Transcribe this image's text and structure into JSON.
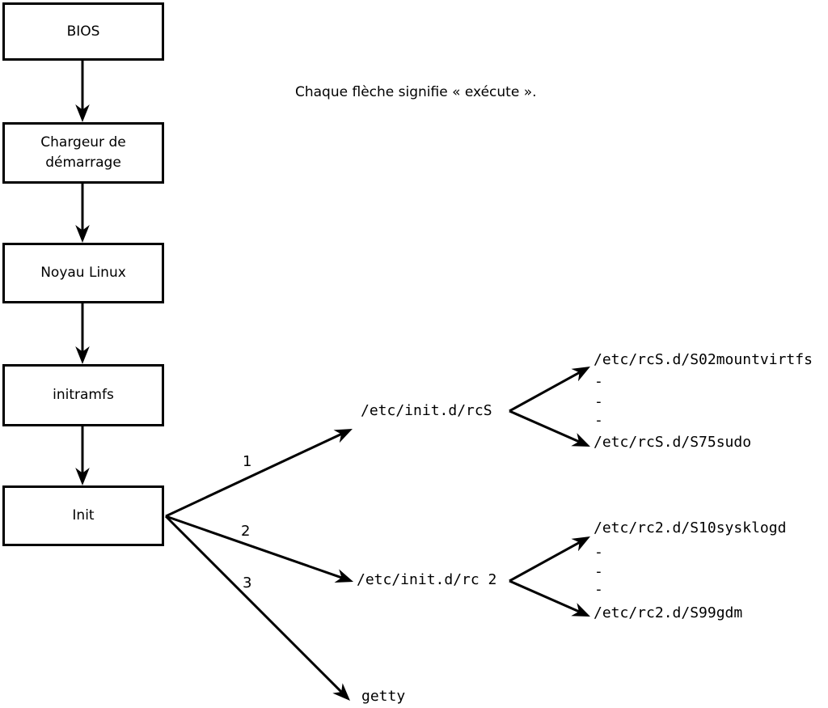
{
  "caption": "Chaque flèche signifie « exécute ».",
  "colors": {
    "ink": "#000000",
    "background": "#ffffff"
  },
  "nodes": [
    {
      "id": "bios",
      "label": "BIOS"
    },
    {
      "id": "bootloader",
      "label": "Chargeur de démarrage"
    },
    {
      "id": "kernel",
      "label": "Noyau Linux"
    },
    {
      "id": "initramfs",
      "label": "initramfs"
    },
    {
      "id": "init",
      "label": "Init"
    }
  ],
  "branches": [
    {
      "number": "1",
      "target": "/etc/init.d/rcS"
    },
    {
      "number": "2",
      "target": "/etc/init.d/rc 2"
    },
    {
      "number": "3",
      "target": "getty"
    }
  ],
  "fork_rcS": {
    "top": "/etc/rcS.d/S02mountvirtfs",
    "dashes": [
      "-",
      "-",
      "-"
    ],
    "bottom": "/etc/rcS.d/S75sudo"
  },
  "fork_rc2": {
    "top": "/etc/rc2.d/S10sysklogd",
    "dashes": [
      "-",
      "-",
      "-"
    ],
    "bottom": "/etc/rc2.d/S99gdm"
  }
}
